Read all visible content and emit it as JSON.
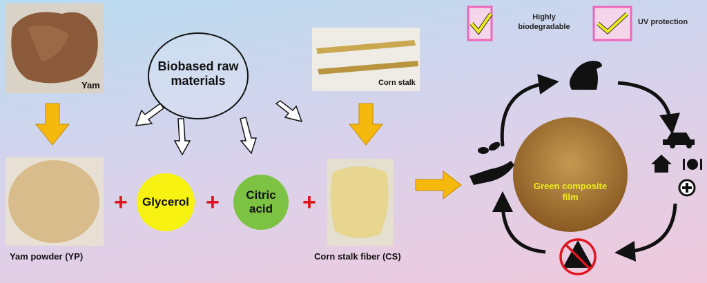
{
  "center_label": "Biobased raw materials",
  "images": {
    "yam": "Yam",
    "corn_stalk": "Corn stalk"
  },
  "ingredients": {
    "yam_powder": "Yam powder (YP)",
    "glycerol": "Glycerol",
    "citric_acid": "Citric acid",
    "corn_stalk_fiber": "Corn stalk fiber (CS)"
  },
  "plus_sign": "+",
  "product": "Green composite film",
  "properties": [
    "Highly biodegradable",
    "UV protection"
  ],
  "colors": {
    "arrow": "#f5b80c",
    "glycerol": "#f7f211",
    "citric": "#7cc243",
    "check_border": "#ee66bb",
    "check": "#f0ee1a",
    "no_sign": "#e0141e"
  }
}
